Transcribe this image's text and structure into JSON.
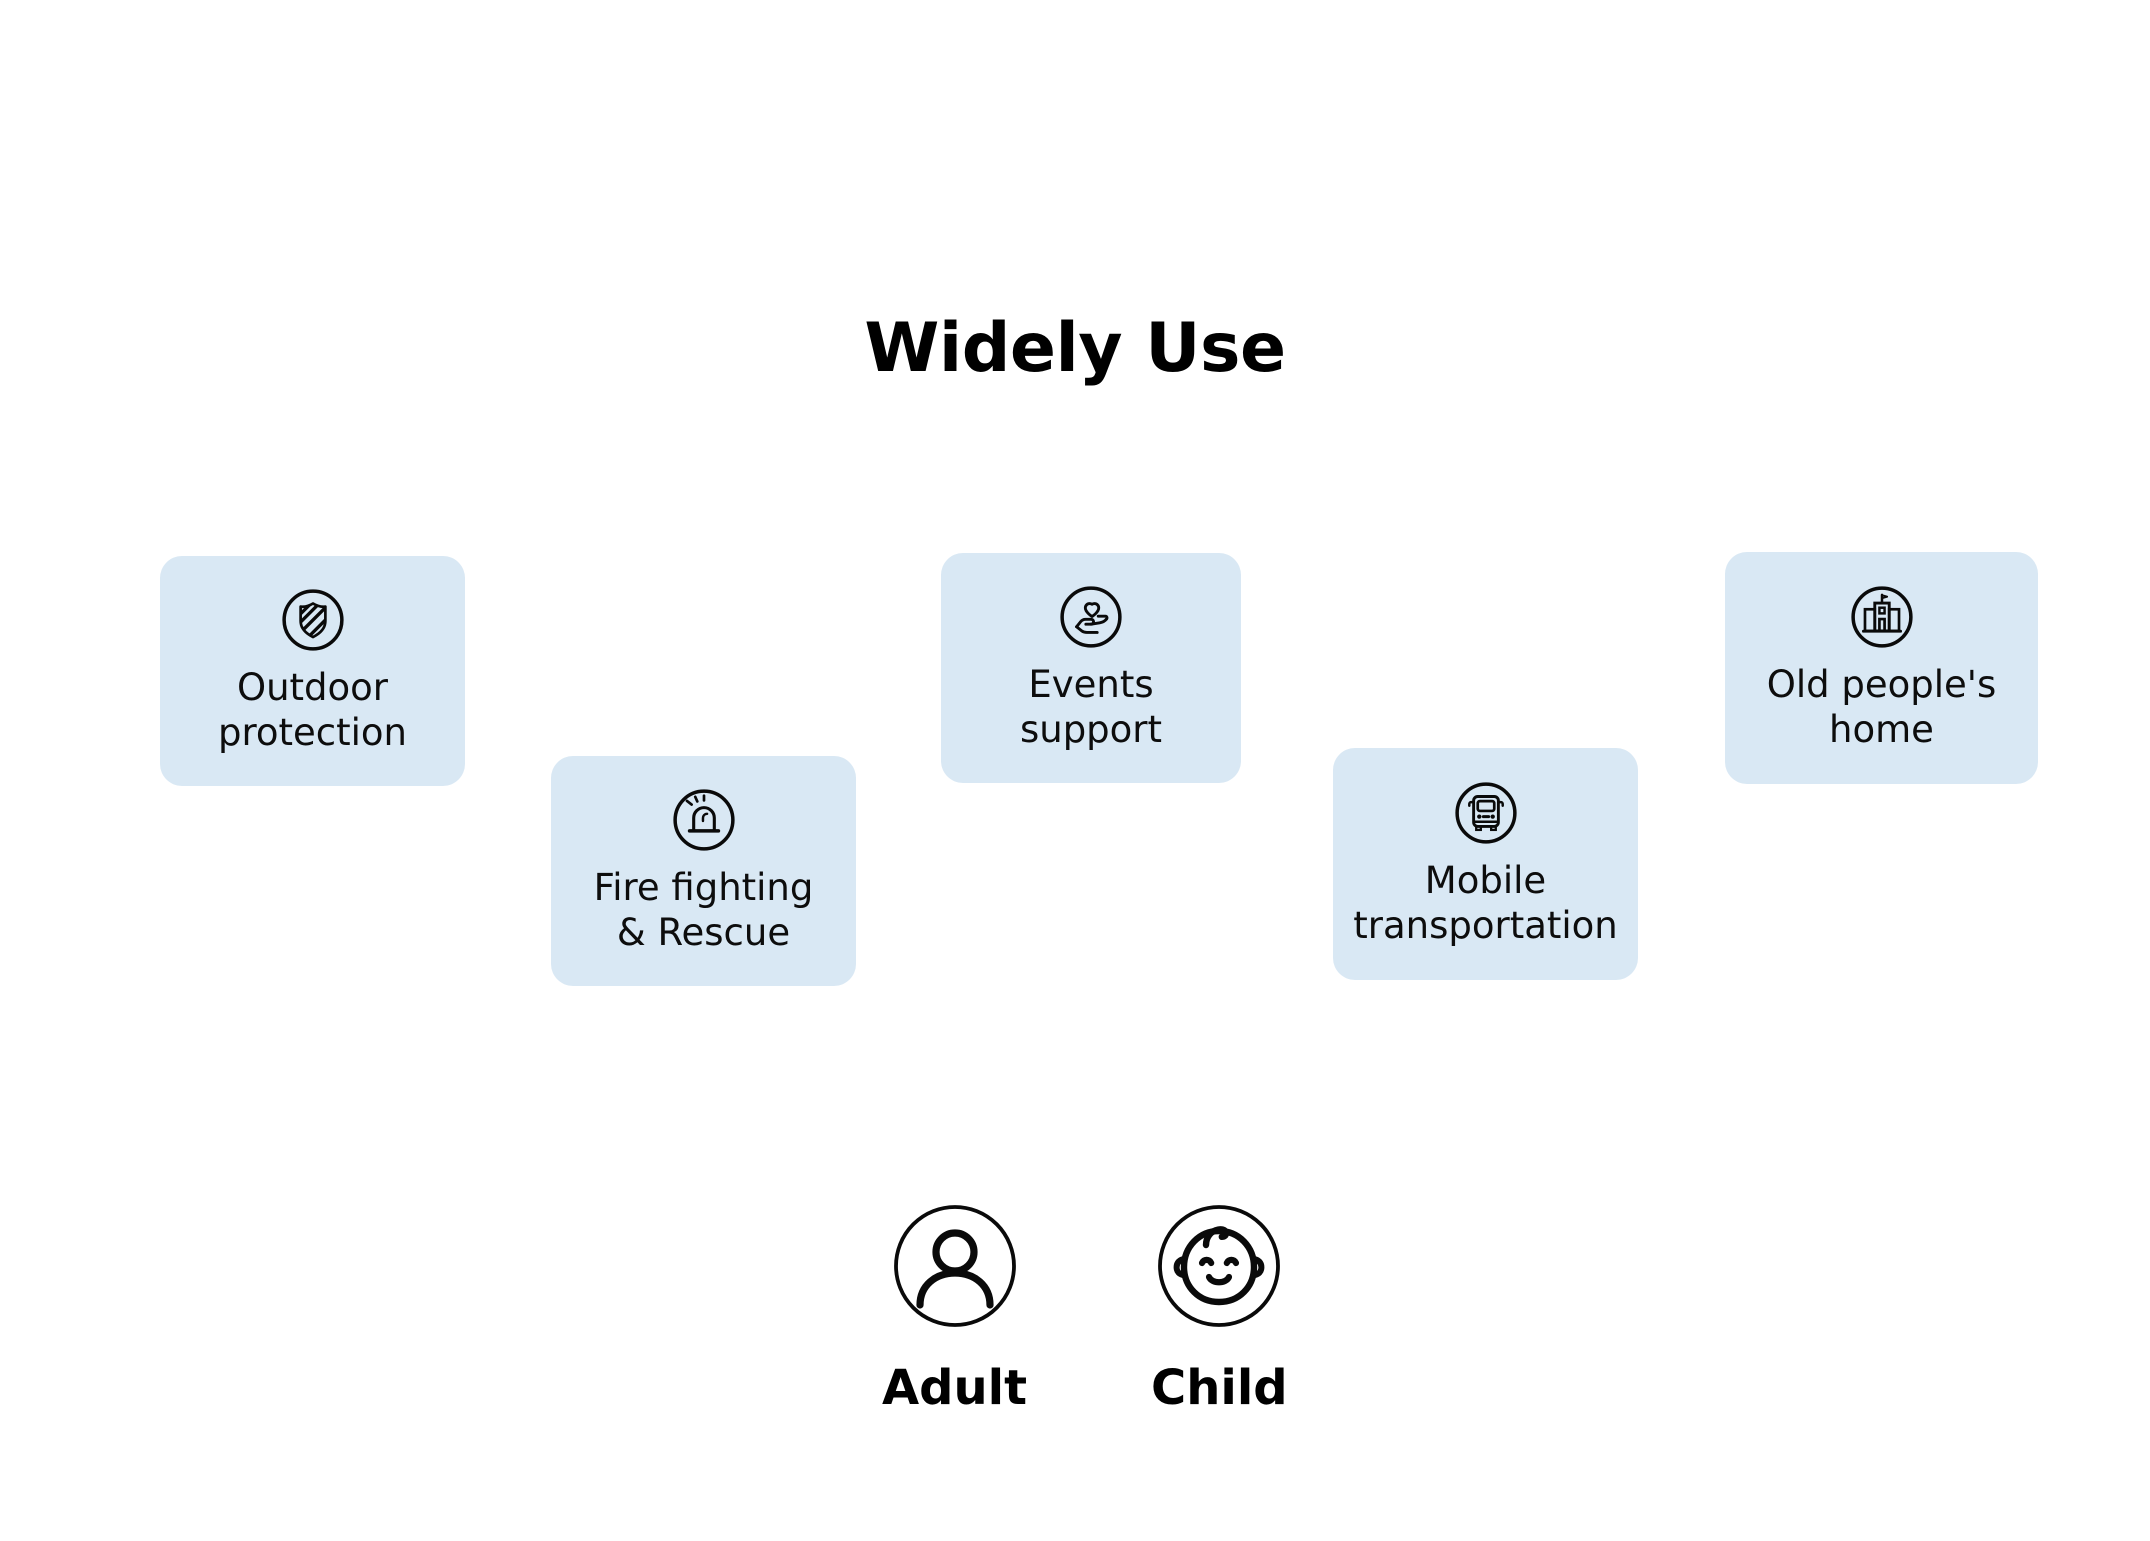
{
  "page": {
    "title": "Widely Use",
    "background_color": "#ffffff",
    "card_color": "#d9e8f4",
    "text_color": "#000000"
  },
  "cards": [
    {
      "id": "outdoor-protection",
      "label": "Outdoor\nprotection",
      "icon": "shield-striped-icon"
    },
    {
      "id": "fire-fighting-rescue",
      "label": "Fire fighting\n& Rescue",
      "icon": "siren-icon"
    },
    {
      "id": "events-support",
      "label": "Events\nsupport",
      "icon": "hand-heart-icon"
    },
    {
      "id": "mobile-transportation",
      "label": "Mobile\ntransportation",
      "icon": "bus-icon"
    },
    {
      "id": "old-peoples-home",
      "label": "Old people's\nhome",
      "icon": "building-flag-icon"
    }
  ],
  "persons": [
    {
      "id": "adult",
      "label": "Adult",
      "icon": "person-icon"
    },
    {
      "id": "child",
      "label": "Child",
      "icon": "baby-face-icon"
    }
  ]
}
